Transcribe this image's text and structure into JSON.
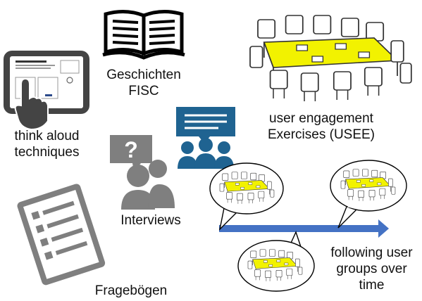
{
  "labels": {
    "geschichten": "Geschichten",
    "fisc": "FISC",
    "think_aloud_1": "think aloud",
    "think_aloud_2": "techniques",
    "user_engagement_1": "user engagement",
    "user_engagement_2": "Exercises (USEE)",
    "interviews": "Interviews",
    "following_1": "following user",
    "following_2": "groups over",
    "following_3": "time",
    "fragebogen": "Fragebögen"
  },
  "colors": {
    "icon_gray": "#7f7f7f",
    "icon_blue": "#1f6391",
    "arrow_blue": "#4472c4",
    "table_yellow": "#f2f200",
    "tablet_dark": "#444444"
  },
  "icons": {
    "book": "open-book-icon",
    "meeting": "meeting-table-icon",
    "tablet": "tablet-touch-icon",
    "interview": "interview-question-icon",
    "group_chat": "group-chat-icon",
    "survey": "survey-list-icon"
  }
}
